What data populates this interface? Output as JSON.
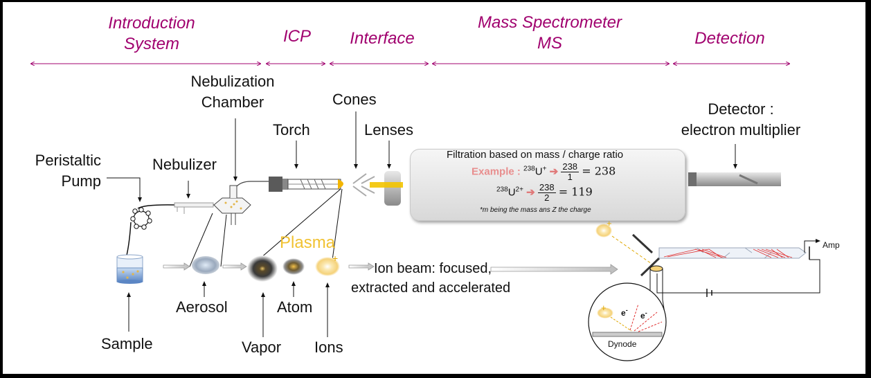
{
  "stages": [
    {
      "id": "introduction",
      "line1": "Introduction",
      "line2": "System"
    },
    {
      "id": "icp",
      "line1": "ICP"
    },
    {
      "id": "interface",
      "line1": "Interface"
    },
    {
      "id": "ms",
      "line1": "Mass Spectrometer",
      "line2": "MS"
    },
    {
      "id": "detection",
      "line1": "Detection"
    }
  ],
  "labels": {
    "nebulization_chamber_1": "Nebulization",
    "nebulization_chamber_2": "Chamber",
    "cones": "Cones",
    "torch": "Torch",
    "lenses": "Lenses",
    "detector_1": "Detector :",
    "detector_2": "electron multiplier",
    "peristaltic_1": "Peristaltic",
    "peristaltic_2": "Pump",
    "nebulizer": "Nebulizer",
    "plasma": "Plasma",
    "ion_beam_1": "Ion beam: focused,",
    "ion_beam_2": "extracted and accelerated",
    "aerosol": "Aerosol",
    "atom": "Atom",
    "sample": "Sample",
    "vapor": "Vapor",
    "ions": "Ions",
    "amp": "Amp",
    "dynode": "Dynode",
    "electron": "e",
    "electron_sup": "-",
    "plus": "+"
  },
  "filtration": {
    "title": "Filtration based on mass / charge ratio",
    "example_label": "Example :",
    "isotope_sup": "238",
    "ion1": "U",
    "ion1_sup": "+",
    "ion2": "U",
    "ion2_sup": "2+",
    "frac1_num": "238",
    "frac1_den": "1",
    "frac2_num": "238",
    "frac2_den": "2",
    "result1": "= 238",
    "result2": "= 119",
    "note": "*m being the mass ans Z the charge"
  }
}
